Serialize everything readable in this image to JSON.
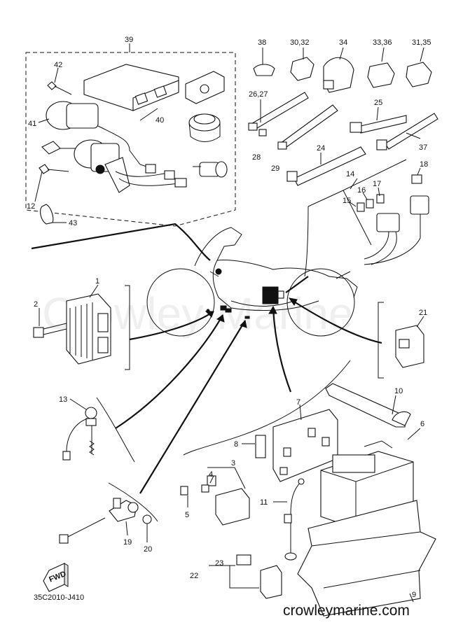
{
  "diagram": {
    "drawing_code": "35C2010-J410",
    "website": "crowleymarine.com",
    "watermark": "Crowley Marine",
    "fwd_label": "FWD",
    "callouts": [
      "1",
      "2",
      "3",
      "4",
      "5",
      "6",
      "7",
      "8",
      "9",
      "10",
      "11",
      "12",
      "13",
      "14",
      "15",
      "16",
      "17",
      "18",
      "19",
      "20",
      "21",
      "22",
      "23",
      "24",
      "25",
      "26,27",
      "28",
      "29",
      "30,32",
      "31,35",
      "33,36",
      "34",
      "37",
      "38",
      "39",
      "40",
      "41",
      "42",
      "43"
    ]
  }
}
